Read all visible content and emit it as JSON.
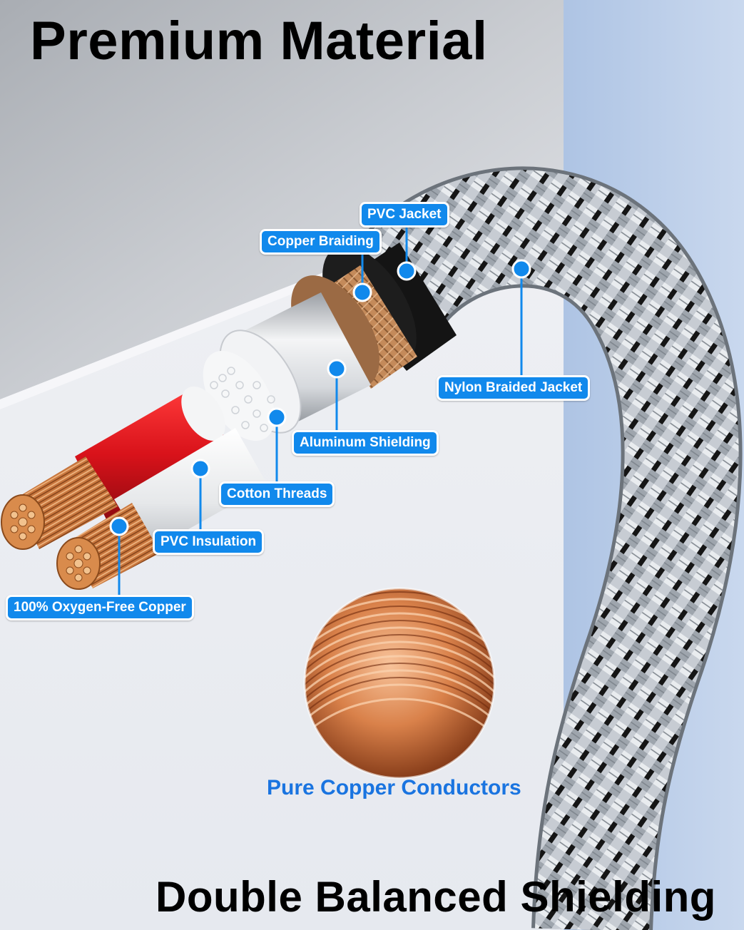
{
  "title_top": "Premium Material",
  "title_bottom": "Double Balanced Shielding",
  "callouts": {
    "pvc_jacket": "PVC Jacket",
    "copper_braiding": "Copper Braiding",
    "nylon_braided_jacket": "Nylon Braided Jacket",
    "aluminum_shielding": "Aluminum Shielding",
    "cotton_threads": "Cotton Threads",
    "pvc_insulation": "PVC Insulation",
    "oxygen_free_copper": "100% Oxygen-Free Copper"
  },
  "coil_caption": "Pure Copper Conductors",
  "colors": {
    "label_bg": "#1189ec",
    "marker": "#1189ec",
    "caption": "#1a74e0",
    "red_insulation": "#e4161a",
    "copper": "#c8763d",
    "side_panel": "#b9cde8"
  }
}
